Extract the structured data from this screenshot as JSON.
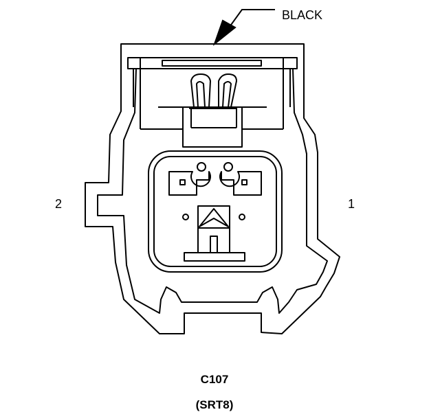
{
  "connector": {
    "color_label": "BLACK",
    "id": "C107",
    "note": "(SRT8)",
    "pins": [
      {
        "label": "2"
      },
      {
        "label": "1"
      }
    ]
  },
  "colors": {
    "line": "#000000",
    "background": "#ffffff"
  }
}
